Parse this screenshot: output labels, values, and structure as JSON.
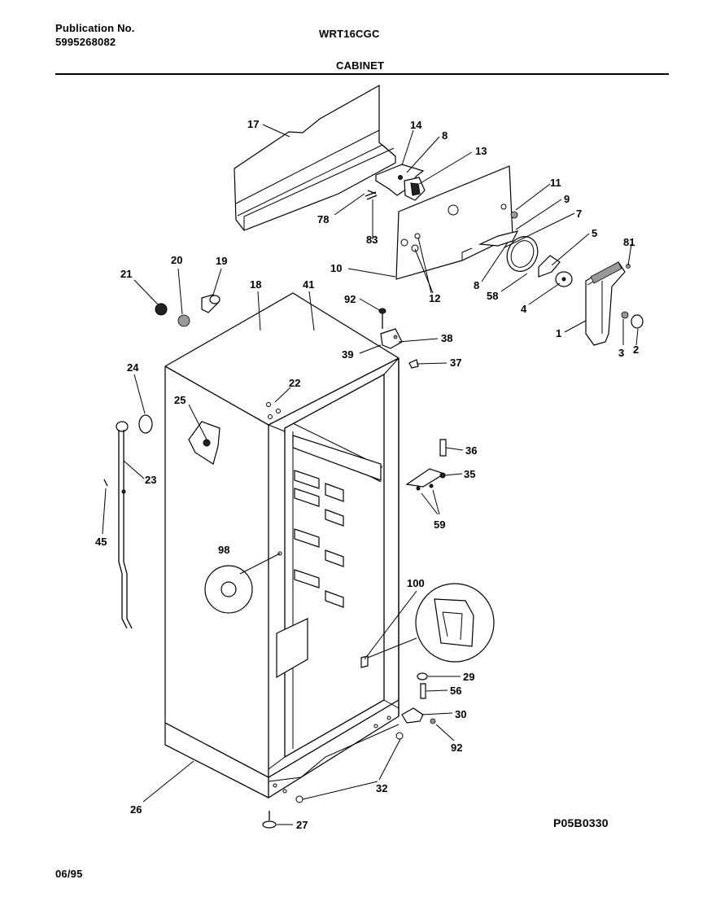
{
  "header": {
    "publication_label": "Publication No.",
    "publication_number": "5995268082",
    "model": "WRT16CGC",
    "section_title": "CABINET"
  },
  "footer": {
    "diagram_code": "P05B0330",
    "date": "06/95"
  },
  "callouts": [
    {
      "id": "c17",
      "label": "17"
    },
    {
      "id": "c14",
      "label": "14"
    },
    {
      "id": "c8a",
      "label": "8"
    },
    {
      "id": "c13",
      "label": "13"
    },
    {
      "id": "c11",
      "label": "11"
    },
    {
      "id": "c9",
      "label": "9"
    },
    {
      "id": "c7",
      "label": "7"
    },
    {
      "id": "c5",
      "label": "5"
    },
    {
      "id": "c81",
      "label": "81"
    },
    {
      "id": "c78",
      "label": "78"
    },
    {
      "id": "c83",
      "label": "83"
    },
    {
      "id": "c10",
      "label": "10"
    },
    {
      "id": "c8b",
      "label": "8"
    },
    {
      "id": "c58",
      "label": "58"
    },
    {
      "id": "c4",
      "label": "4"
    },
    {
      "id": "c12",
      "label": "12"
    },
    {
      "id": "c1",
      "label": "1"
    },
    {
      "id": "c3",
      "label": "3"
    },
    {
      "id": "c2",
      "label": "2"
    },
    {
      "id": "c21",
      "label": "21"
    },
    {
      "id": "c20",
      "label": "20"
    },
    {
      "id": "c19",
      "label": "19"
    },
    {
      "id": "c18",
      "label": "18"
    },
    {
      "id": "c41",
      "label": "41"
    },
    {
      "id": "c92a",
      "label": "92"
    },
    {
      "id": "c38",
      "label": "38"
    },
    {
      "id": "c39",
      "label": "39"
    },
    {
      "id": "c37",
      "label": "37"
    },
    {
      "id": "c24",
      "label": "24"
    },
    {
      "id": "c22",
      "label": "22"
    },
    {
      "id": "c25",
      "label": "25"
    },
    {
      "id": "c23",
      "label": "23"
    },
    {
      "id": "c36",
      "label": "36"
    },
    {
      "id": "c35",
      "label": "35"
    },
    {
      "id": "c59",
      "label": "59"
    },
    {
      "id": "c45",
      "label": "45"
    },
    {
      "id": "c98",
      "label": "98"
    },
    {
      "id": "c100",
      "label": "100"
    },
    {
      "id": "c29",
      "label": "29"
    },
    {
      "id": "c56",
      "label": "56"
    },
    {
      "id": "c30",
      "label": "30"
    },
    {
      "id": "c92b",
      "label": "92"
    },
    {
      "id": "c32",
      "label": "32"
    },
    {
      "id": "c26",
      "label": "26"
    },
    {
      "id": "c27",
      "label": "27"
    }
  ]
}
